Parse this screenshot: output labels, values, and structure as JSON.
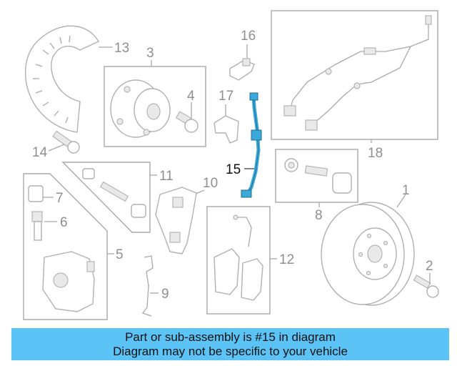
{
  "diagram": {
    "callouts": {
      "c1": "1",
      "c2": "2",
      "c3": "3",
      "c4": "4",
      "c5": "5",
      "c6": "6",
      "c7": "7",
      "c8": "8",
      "c9": "9",
      "c10": "10",
      "c11": "11",
      "c12": "12",
      "c13": "13",
      "c14": "14",
      "c15": "15",
      "c16": "16",
      "c17": "17",
      "c18": "18"
    },
    "highlight_color": "#3aa8d8"
  },
  "banner": {
    "line1": "Part or sub-assembly is #15 in diagram",
    "line2": "Diagram may not be specific to your vehicle",
    "background": "#5bc3f5"
  }
}
